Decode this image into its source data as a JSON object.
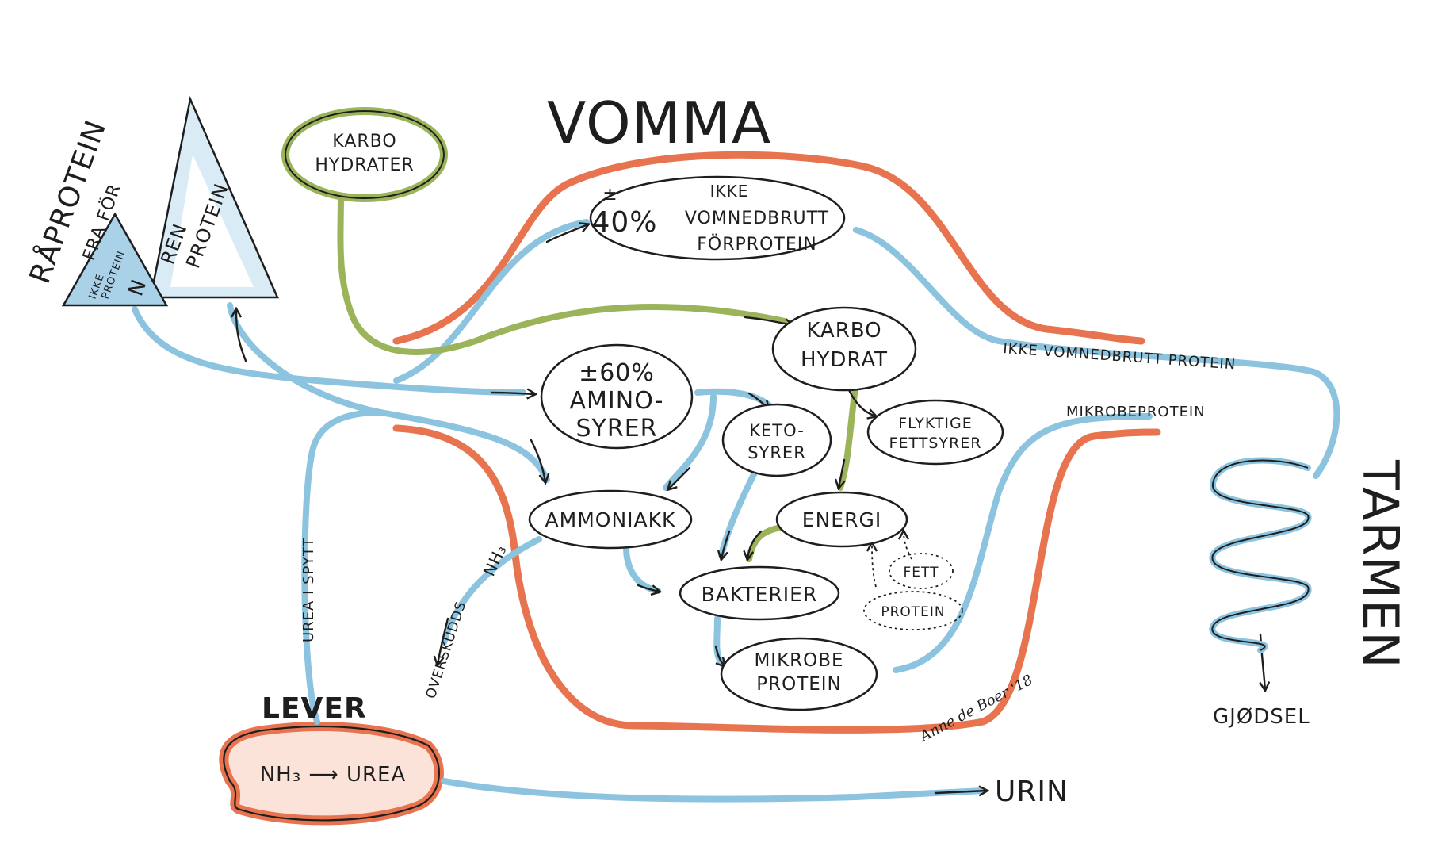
{
  "title": "VOMMA",
  "sections": {
    "tarmen": "TARMEN",
    "raprotein_line1": "RÅPROTEIN",
    "raprotein_line2": "FRA FÖR"
  },
  "feed": {
    "ren_protein_line1": "REN",
    "ren_protein_line2": "PROTEIN",
    "ikke_protein_line1": "IKKE",
    "ikke_protein_line2": "PROTEIN",
    "ikke_protein_n": "N",
    "karbo_line1": "KARBO",
    "karbo_line2": "HYDRATER"
  },
  "nodes": {
    "undegraded_pct": "±",
    "undegraded_pct_value": "40%",
    "undegraded_line1": "IKKE",
    "undegraded_line2": "VOMNEDBRUTT",
    "undegraded_line3": "FÖRPROTEIN",
    "karbohydrat_line1": "KARBO",
    "karbohydrat_line2": "HYDRAT",
    "amino_line1": "±60%",
    "amino_line2": "AMINO-",
    "amino_line3": "SYRER",
    "keto_line1": "KETO-",
    "keto_line2": "SYRER",
    "fettsyrer_line1": "FLYKTIGE",
    "fettsyrer_line2": "FETTSYRER",
    "ammoniakk": "AMMONIAKK",
    "energi": "ENERGI",
    "fett": "FETT",
    "protein": "PROTEIN",
    "bakterier": "BAKTERIER",
    "mikrobe_line1": "MIKROBE",
    "mikrobe_line2": "PROTEIN",
    "lever": "LEVER",
    "lever_reaction": "NH₃ ⟶ UREA"
  },
  "flow_labels": {
    "ikke_vomnedbrutt_protein": "IKKE VOMNEDBRUTT PROTEIN",
    "mikrobeprotein": "MIKROBEPROTEIN",
    "urea_i_spytt": "UREA I SPYTT",
    "overskudds": "OVERSKUDDS",
    "nh3": "NH₃",
    "urin": "URIN",
    "gjodsel": "GJØDSEL"
  },
  "signature": "Anne de Boer '18",
  "colors": {
    "orange": "#e8734f",
    "blue": "#8cc3df",
    "green": "#9bb45a",
    "ink": "#1e1e1e"
  }
}
